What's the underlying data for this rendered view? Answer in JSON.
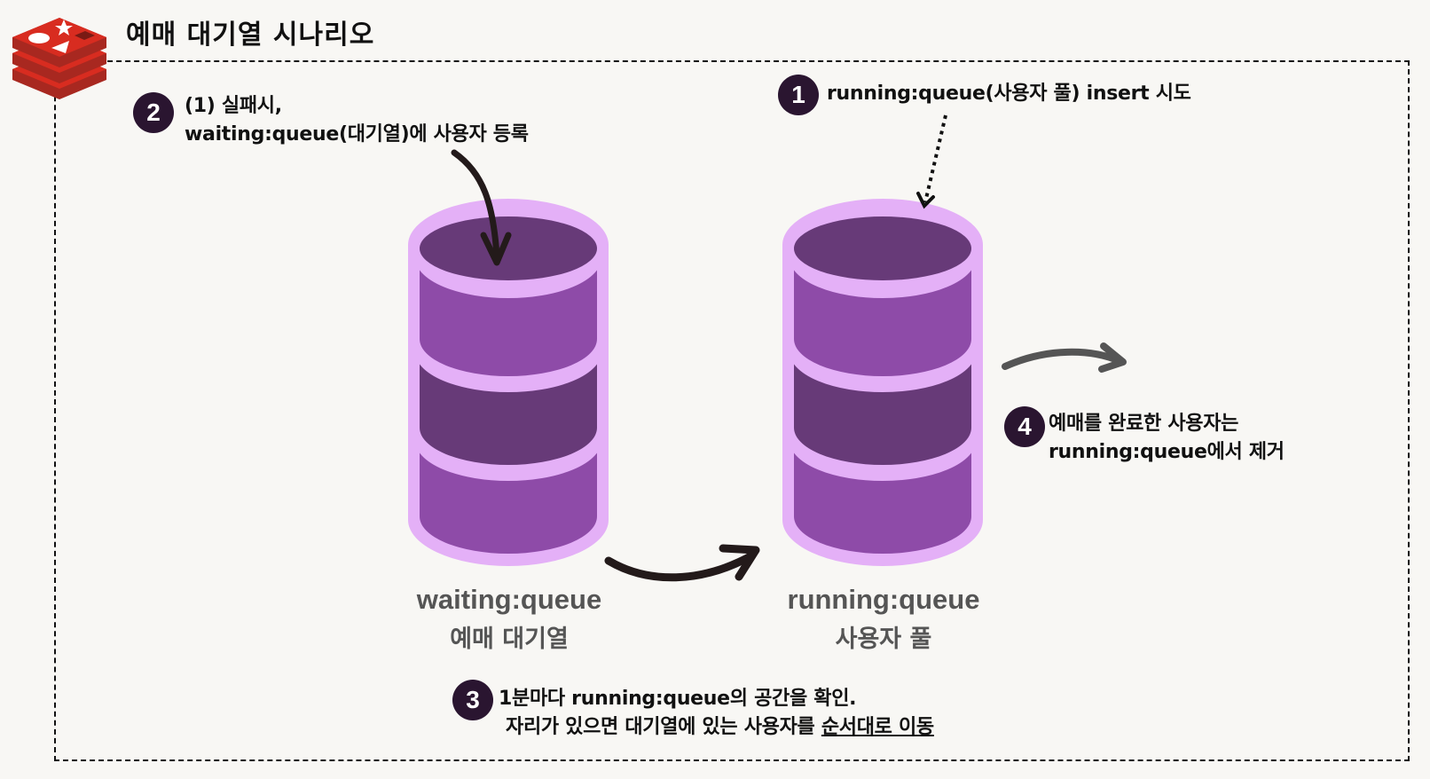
{
  "title": "예매 대기열 시나리오",
  "logo": {
    "icon": "redis-logo-icon",
    "color": "#d82c20"
  },
  "colors": {
    "background": "#f8f7f4",
    "cylinder_outline": "#e4b0f7",
    "cylinder_light": "#8e4ba8",
    "cylinder_dark": "#673a78",
    "badge": "#2a1530",
    "arrow_dark": "#231a1a",
    "arrow_gray": "#555555",
    "caption": "#555555"
  },
  "steps": [
    {
      "number": "1",
      "lines": [
        "running:queue(사용자 풀) insert 시도"
      ]
    },
    {
      "number": "2",
      "lines": [
        "(1) 실패시,",
        "waiting:queue(대기열)에 사용자 등록"
      ]
    },
    {
      "number": "3",
      "line1": "1분마다 running:queue의 공간을 확인.",
      "line2_plain": "자리가 있으면 대기열에 있는 사용자를 ",
      "line2_underlined": "순서대로 이동"
    },
    {
      "number": "4",
      "lines": [
        "예매를 완료한 사용자는",
        "running:queue에서 제거"
      ]
    }
  ],
  "queues": [
    {
      "key": "waiting:queue",
      "label": "예매 대기열"
    },
    {
      "key": "running:queue",
      "label": "사용자 풀"
    }
  ]
}
